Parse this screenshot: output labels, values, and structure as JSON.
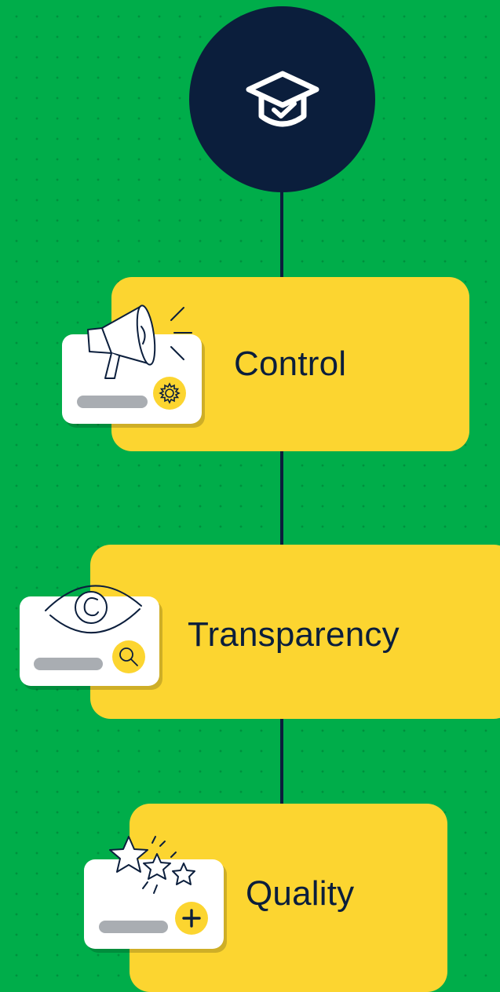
{
  "hub": {
    "icon": "graduation-cap-icon",
    "color": "#0b1e3c"
  },
  "colors": {
    "background": "#00ad4a",
    "card": "#fcd530",
    "navy": "#0b1e3c",
    "tile": "#ffffff",
    "bar": "#a9adb2"
  },
  "items": [
    {
      "label": "Control",
      "illustration": "megaphone-icon",
      "badge_icon": "gear-icon"
    },
    {
      "label": "Transparency",
      "illustration": "eye-icon",
      "badge_icon": "magnifier-icon"
    },
    {
      "label": "Quality",
      "illustration": "stars-icon",
      "badge_icon": "plus-icon"
    }
  ]
}
